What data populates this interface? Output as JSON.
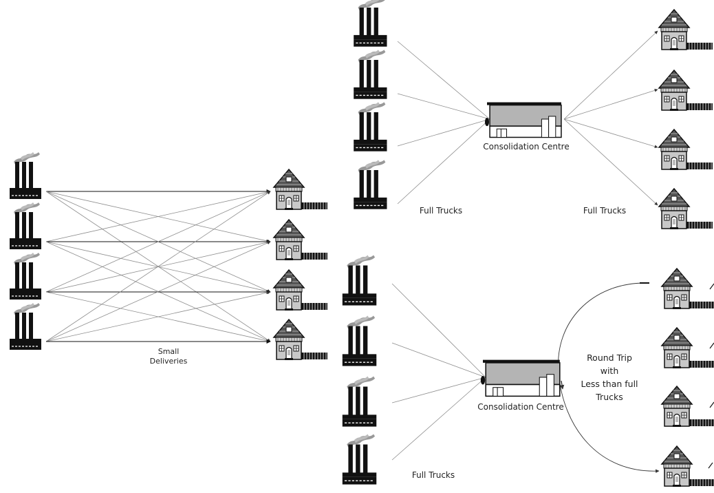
{
  "labels": {
    "small_deliveries": [
      "Small",
      "Deliveries"
    ],
    "consolidation_centre_top": "Consolidation Centre",
    "consolidation_centre_bottom": "Consolidation Centre",
    "full_trucks_top_left": "Full Trucks",
    "full_trucks_top_right": "Full Trucks",
    "full_trucks_bottom": "Full Trucks",
    "round_trip": [
      "Round Trip",
      "with",
      "Less than full",
      "Trucks"
    ]
  },
  "icons": {
    "factory": "factory-icon",
    "house": "house-icon",
    "warehouse": "consolidation-centre-icon"
  },
  "colors": {
    "line": "#8c8c8c",
    "icon": "#111111",
    "roof": "#555555",
    "building_grey": "#b4b4b4"
  }
}
